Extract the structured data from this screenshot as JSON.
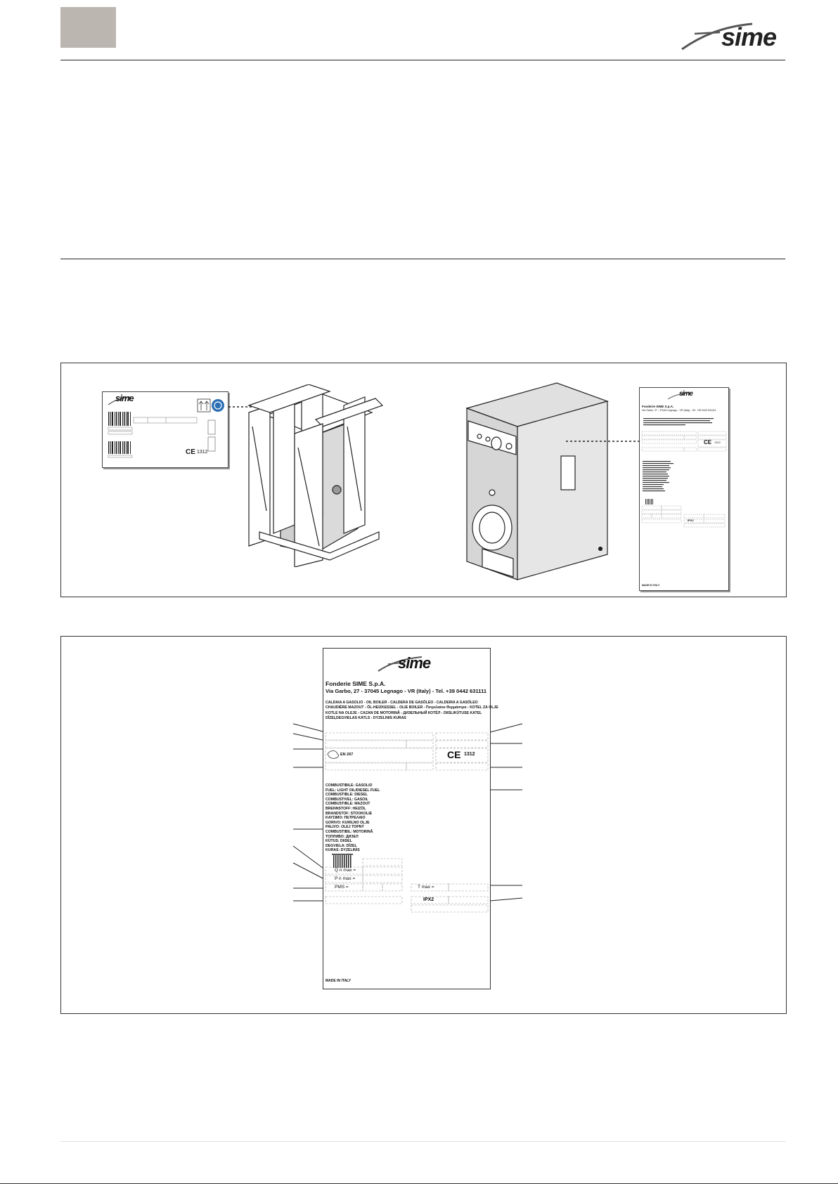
{
  "brand": {
    "logo_text": "sime"
  },
  "figure_top": {
    "barcode_label": {
      "logo_text": "sime",
      "ce_mark": "CE",
      "ce_number": "1312"
    },
    "side_plate": {
      "logo_text": "sime",
      "company": "Fonderie SIME S.p.A.",
      "address": "Via Garbo, 27 - 37045 Legnago - VR (Italy) - Tel. +39 0442 631111",
      "ce_mark": "CE",
      "ce_number": "1312",
      "ip": "IPX2",
      "made_in": "MADE IN ITALY"
    }
  },
  "plate": {
    "logo_text": "sime",
    "company": "Fonderie SIME S.p.A.",
    "address": "Via Garbo, 27 - 37045 Legnago - VR (Italy) -  Tel. +39 0442 631111",
    "types": [
      "CALDAIA A GASOLIO - OIL BOILER - CALDERA DE GASÓLEO - CALDEIRA A GASÓLEO",
      "CHAUDIÈRE MAZOUT - ÖL-HEIZKESSEL - OLIE BOILER - Πετρελαίου Θερμάστρα - KOTEL ZA OLJE",
      "KOTLE NA OLEJE - CAZAN DE MOTORINĂ - ДИЗЕЛЬНЫЙ КОТЁЛ - DIISLIKÜTUSE KATEL",
      "DĪZEĻDEGVIELAS KATLS - DYZELINIS KURAS"
    ],
    "en_standard": "EN 267",
    "ce_mark": "CE",
    "ce_number": "1312",
    "fuels": [
      "COMBUSTIBILE: GASOLIO",
      "FUEL: LIGHT OIL/DIESEL FUEL",
      "COMBUSTIBLE: DIESEL",
      "COMBUSTIVEL: GASOIL",
      "COMBUSTIBLE: MAZOUT",
      "BRENNSTOFF: HEIZÖL",
      "BRANDSTOF: STOOKOLIE",
      "ΚΑΥΣΙΜΟ: ΠΕΤΡΕΛΑΙΟ",
      "GORIVO: KURILNO OLJE",
      "PALIVO: OLEJ TOPNÝ",
      "COMBUSTIBIL: MOTORINĂ",
      "ТОПЛИВО: ДИЗЕЛ",
      "KÜTUS: DIISEL",
      "DEGVIELA: DĪZEĻ",
      "KURAS: DYZELINIS"
    ],
    "qn_max": "Q n max =",
    "pn_max": "P n max =",
    "pms": "PMS =",
    "tmax": "T max =",
    "ip": "IPX2",
    "made_in": "MADE IN ITALY"
  }
}
